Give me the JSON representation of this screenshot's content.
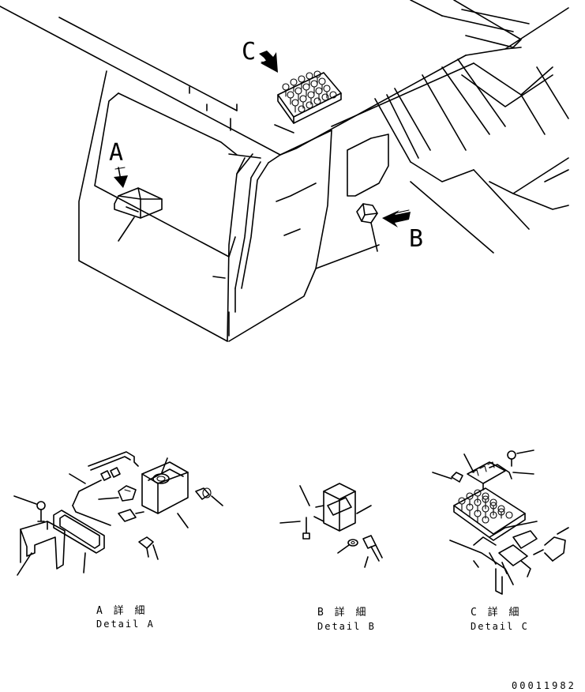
{
  "views": {
    "A": {
      "marker": "A",
      "caption_jp": "A 詳 細",
      "caption_en": "Detail A"
    },
    "B": {
      "marker": "B",
      "caption_jp": "B 詳 細",
      "caption_en": "Detail B"
    },
    "C": {
      "marker": "C",
      "caption_jp": "C 詳 細",
      "caption_en": "Detail C"
    }
  },
  "drawing_number": "00011982"
}
